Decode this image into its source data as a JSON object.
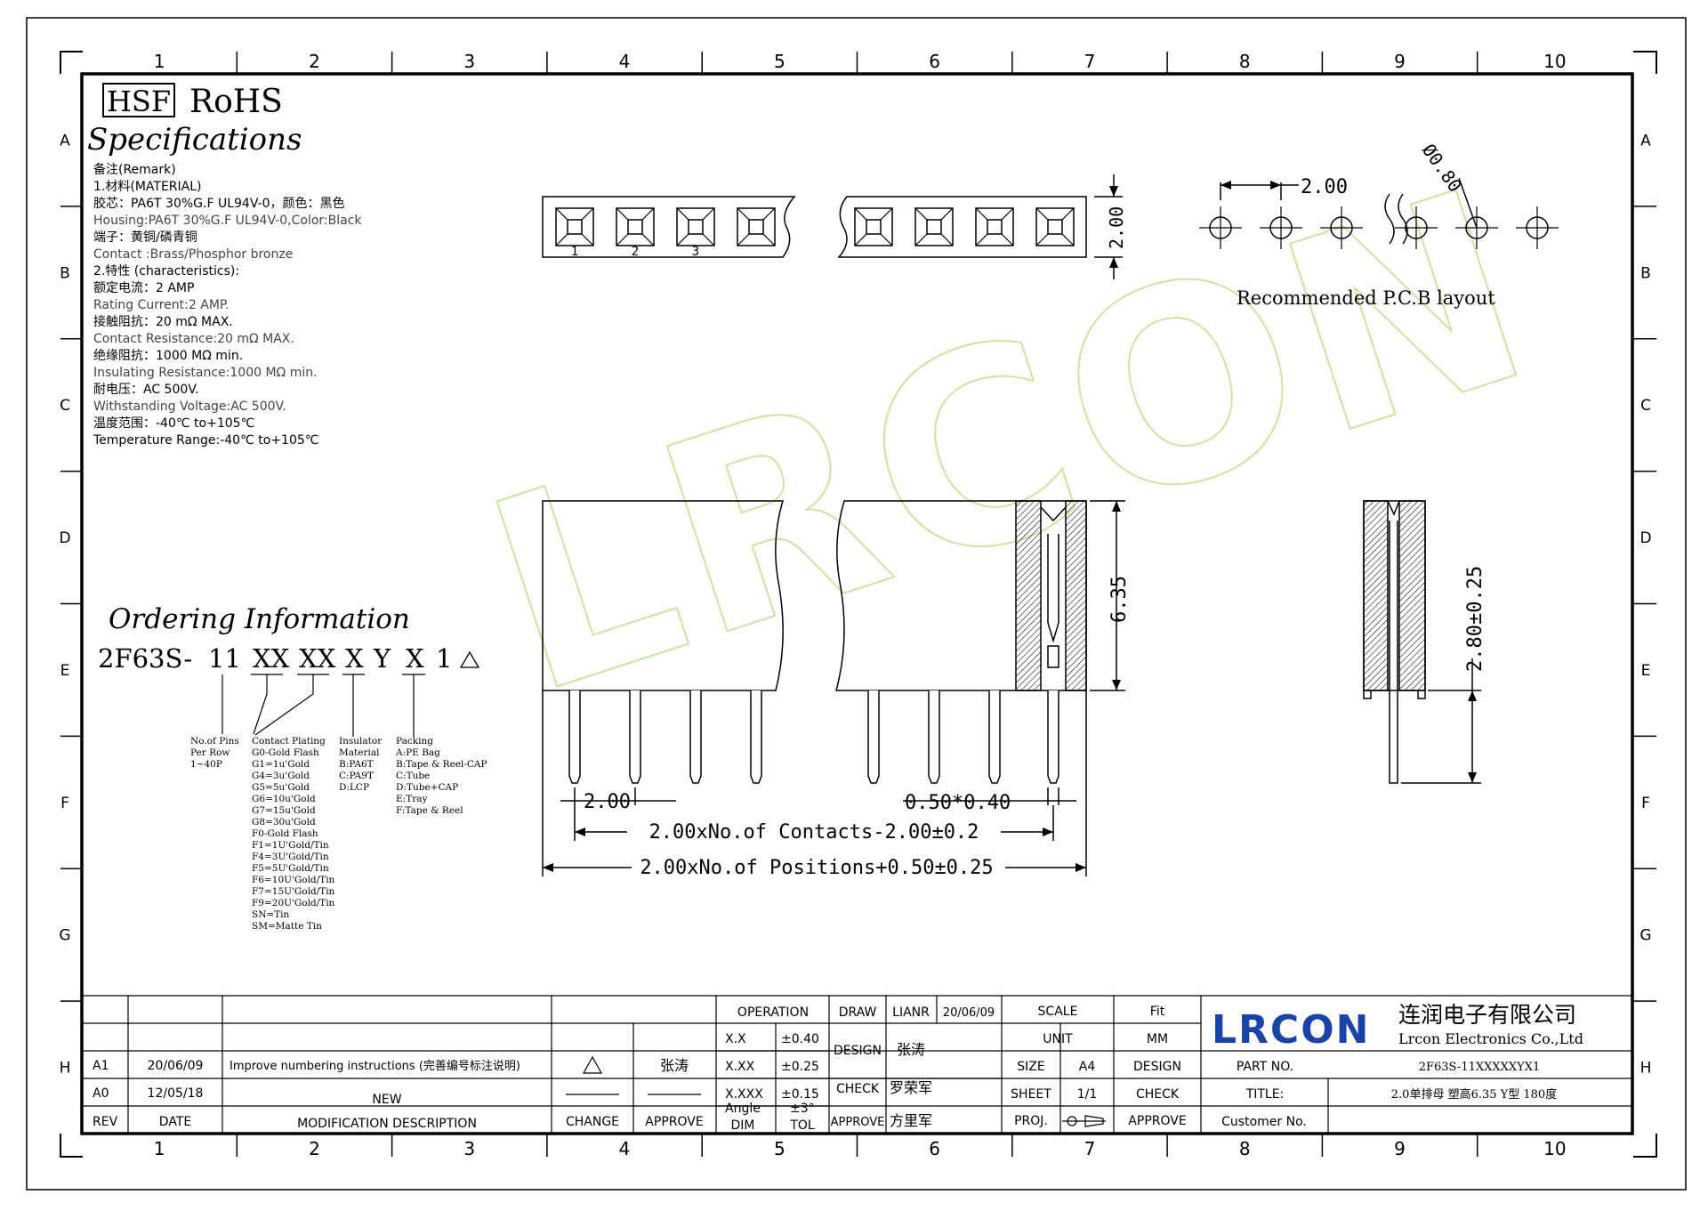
{
  "zones": {
    "columns": [
      "1",
      "2",
      "3",
      "4",
      "5",
      "6",
      "7",
      "8",
      "9",
      "10"
    ],
    "rows": [
      "A",
      "B",
      "C",
      "D",
      "E",
      "F",
      "G",
      "H"
    ]
  },
  "header": {
    "hsf": "HSF",
    "rohs": "RoHS",
    "specifications": "Specifications"
  },
  "remarks": [
    "备注(Remark)",
    "1.材料(MATERIAL)",
    "胶芯：PA6T 30%G.F UL94V-0，颜色：黑色",
    "Housing:PA6T 30%G.F UL94V-0,Color:Black",
    "端子：黄铜/磷青铜",
    "Contact :Brass/Phosphor bronze",
    "2.特性 (characteristics):",
    "额定电流：2 AMP",
    "Rating Current:2 AMP.",
    "接触阻抗：20 mΩ MAX.",
    "Contact Resistance:20 mΩ MAX.",
    "绝缘阻抗：1000 MΩ min.",
    "Insulating Resistance:1000 MΩ min.",
    "耐电压：AC 500V.",
    "Withstanding Voltage:AC 500V.",
    "温度范围：-40℃ to+105℃",
    "Temperature Range:-40℃ to+105℃"
  ],
  "top_view": {
    "pin_labels": [
      "1",
      "2",
      "3"
    ],
    "height_dim": "2.00"
  },
  "pcb": {
    "pitch_dim": "2.00",
    "hole_dim": "Ø0.80",
    "caption": "Recommended P.C.B layout"
  },
  "front_view": {
    "height_dim": "6.35",
    "pitch_dim": "2.00",
    "pin_dim": "0.50*0.40",
    "contacts_dim": "2.00xNo.of Contacts-2.00±0.2",
    "positions_dim": "2.00xNo.of Positions+0.50±0.25"
  },
  "side_view": {
    "tail_dim": "2.80±0.25"
  },
  "ordering": {
    "title": "Ordering Information",
    "code": [
      "2F63S-",
      "11",
      "XX",
      "XX",
      "X",
      "Y",
      "X",
      "1"
    ],
    "pins": [
      "No.of Pins",
      "Per Row",
      "1~40P"
    ],
    "plating": [
      "Contact Plating",
      "G0-Gold Flash",
      "G1=1u'Gold",
      "G4=3u'Gold",
      "G5=5u'Gold",
      "G6=10u'Gold",
      "G7=15u'Gold",
      "G8=30u'Gold",
      "F0-Gold Flash",
      "F1=1U'Gold/Tin",
      "F4=3U'Gold/Tin",
      "F5=5U'Gold/Tin",
      "F6=10U'Gold/Tin",
      "F7=15U'Gold/Tin",
      "F9=20U'Gold/Tin",
      "SN=Tin",
      "SM=Matte Tin"
    ],
    "insulator": [
      "Insulator",
      "Material",
      "B:PA6T",
      "C:PA9T",
      "D:LCP"
    ],
    "packing": [
      "Packing",
      "A:PE Bag",
      "B:Tape & Reel-CAP",
      "C:Tube",
      "D:Tube+CAP",
      "E:Tray",
      "F:Tape & Reel"
    ]
  },
  "title_block": {
    "rev_rows": [
      {
        "rev": "A1",
        "date": "20/06/09",
        "desc": "Improve numbering instructions (完善编号标注说明)",
        "approve": "张涛"
      },
      {
        "rev": "A0",
        "date": "12/05/18",
        "desc": "NEW",
        "approve": ""
      }
    ],
    "headers": {
      "rev": "REV",
      "date": "DATE",
      "desc": "MODIFICATION DESCRIPTION",
      "change": "CHANGE",
      "approve": "APPROVE"
    },
    "tolerance": {
      "operation": "OPERATION",
      "rows": [
        [
          "X.X",
          "±0.40"
        ],
        [
          "X.XX",
          "±0.25"
        ],
        [
          "X.XXX",
          "±0.15"
        ],
        [
          "Angle",
          "±3°"
        ]
      ],
      "dim": "DIM",
      "tol": "TOL"
    },
    "signoff": {
      "draw": "DRAW",
      "draw_by": "LIANR",
      "draw_date": "20/06/09",
      "design": "DESIGN",
      "design_by": "张涛",
      "check": "CHECK",
      "check_by": "罗荣军",
      "approve": "APPROVE",
      "approve_by": "方里军"
    },
    "scale": {
      "scale": "SCALE",
      "fit": "Fit",
      "unit": "UNIT",
      "unit_value": "MM",
      "size": "SIZE",
      "size_value": "A4",
      "design": "DESIGN",
      "sheet": "SHEET",
      "sheet_value": "1/1",
      "check": "CHECK",
      "proj": "PROJ.",
      "approve": "APPROVE"
    },
    "company": {
      "logo": "LRCON",
      "name_cn": "连润电子有限公司",
      "name_en": "Lrcon Electronics Co.,Ltd"
    },
    "part": {
      "part_no_label": "PART NO.",
      "part_no": "2F63S-11XXXXXYX1",
      "title_label": "TITLE:",
      "title": "2.0单排母 塑高6.35  Y型 180度",
      "customer_label": "Customer No."
    }
  },
  "watermark": "LRCON",
  "colors": {
    "line": "#000000",
    "watermark": "#c9e6a0",
    "logo": "#1a43a8"
  }
}
